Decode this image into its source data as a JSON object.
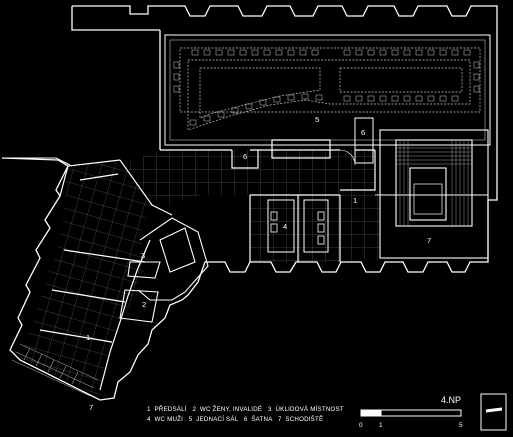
{
  "floor_label": "4.NP",
  "legend": {
    "line1": "1  PŘEDSÁLÍ   2  WC ŽENY, INVALIDÉ   3  ÚKLIDOVÁ MÍSTNOST",
    "line2": "4  WC MUŽI   5  JEDNACÍ SÁL   6  ŠATNA   7  SCHODIŠTĚ"
  },
  "scale_labels": {
    "s0": "0",
    "s1": "1",
    "s5": "5"
  },
  "room_numbers": {
    "r1a": "1",
    "r1b": "1",
    "r2": "2",
    "r3": "3",
    "r4": "4",
    "r5": "5",
    "r6a": "6",
    "r6b": "6",
    "r7a": "7",
    "r7b": "7"
  }
}
